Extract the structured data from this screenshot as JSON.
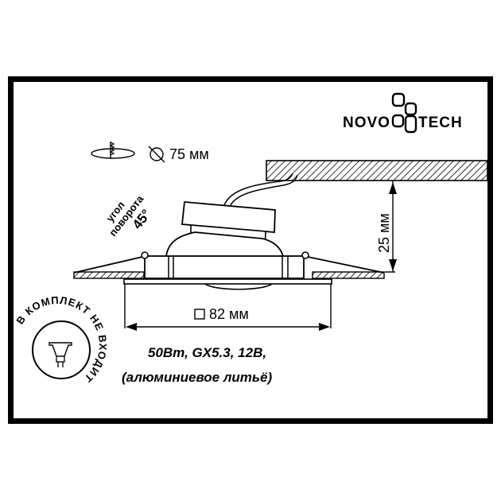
{
  "brand": {
    "name_left": "NOVO",
    "name_right": "TECH",
    "full": "NOVOTECH"
  },
  "dimensions": {
    "cutout_symbol": "∅",
    "cutout_label": "75 мм",
    "frame_symbol": "□",
    "frame_label": "82 мм",
    "depth_label": "25 мм"
  },
  "rotation": {
    "line1": "угол",
    "line2": "поворота",
    "angle": "45°"
  },
  "specs": {
    "line1": "50Вт, GX5.3, 12В,",
    "line2": "(алюминиевое литьё)"
  },
  "bulb_notice": {
    "ring_text": "В КОМПЛЕКТ НЕ ВХОДИТ",
    "icon": "mr16-bulb-icon"
  },
  "icons": {
    "ceiling_cutout": "ceiling-cutout-icon",
    "diameter": "diameter-icon",
    "logo": "novotech-logo-icon"
  },
  "colors": {
    "ink": "#000000",
    "background": "#ffffff"
  }
}
